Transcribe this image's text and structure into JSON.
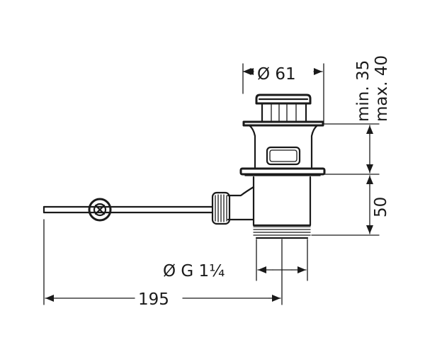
{
  "dimensions": {
    "top_diameter": "Ø 61",
    "min_label": "min. 35",
    "max_label": "max. 40",
    "height_50": "50",
    "thread": "Ø G 1¼",
    "length_195": "195"
  }
}
